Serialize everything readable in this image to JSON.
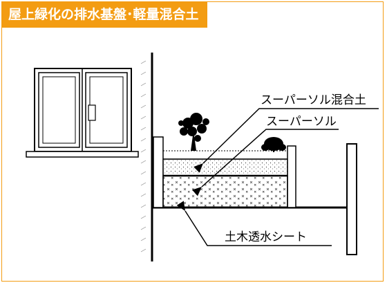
{
  "title": "屋上緑化の排水基盤･軽量混合土",
  "labels": {
    "mix_soil": "スーパーソル混合土",
    "supersol": "スーパーソル",
    "sheet": "土木透水シート"
  },
  "colors": {
    "accent": "#f39c12",
    "line": "#000000",
    "title_text": "#ffffff"
  },
  "icons": [
    "window-icon",
    "tree-icon",
    "shrub-icon"
  ]
}
